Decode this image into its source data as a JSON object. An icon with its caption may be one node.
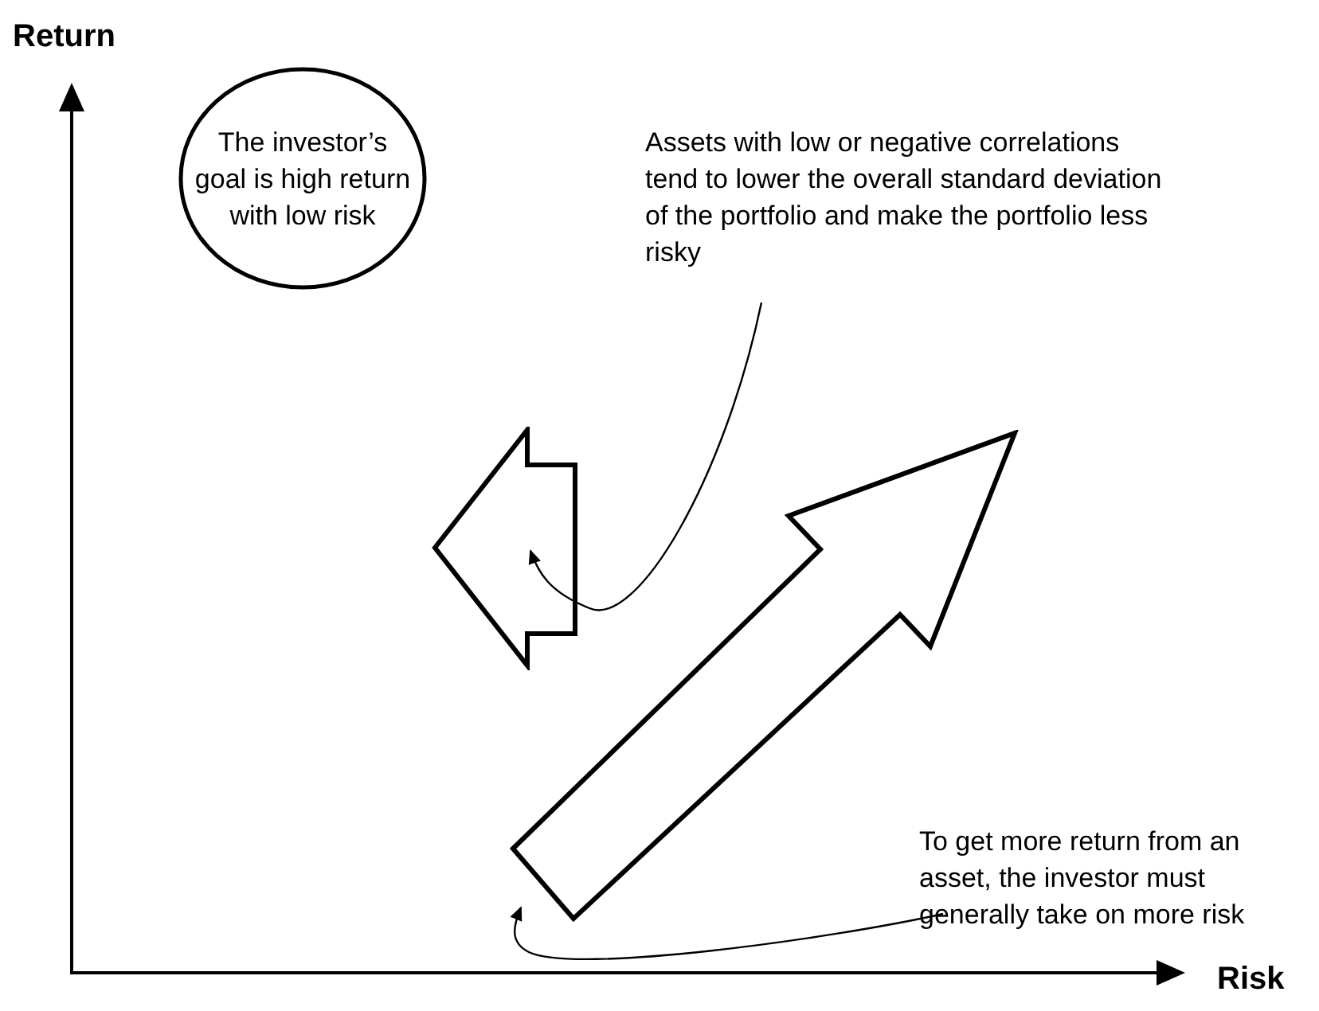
{
  "diagram": {
    "nodes": [
      {
        "text": [
          "The investor’s goal is high return with low risk"
        ]
      },
      {
        "text": [
          "Assets with low or negative correlations tend to lower the overall standard deviation of the portfolio and make the portfolio less risky"
        ]
      },
      {
        "text": [],
        "shape": "arrow"
      },
      {
        "text": [],
        "shape": "arrow"
      },
      {
        "text": [
          "To get more return from an asset, the investor must generally take on more risk"
        ]
      }
    ],
    "edges": [
      {
        "from": 1,
        "to": 2,
        "arrow": "to"
      },
      {
        "from": 4,
        "to": 3,
        "arrow": "to"
      }
    ],
    "labels": [
      "Return",
      "Risk"
    ]
  }
}
